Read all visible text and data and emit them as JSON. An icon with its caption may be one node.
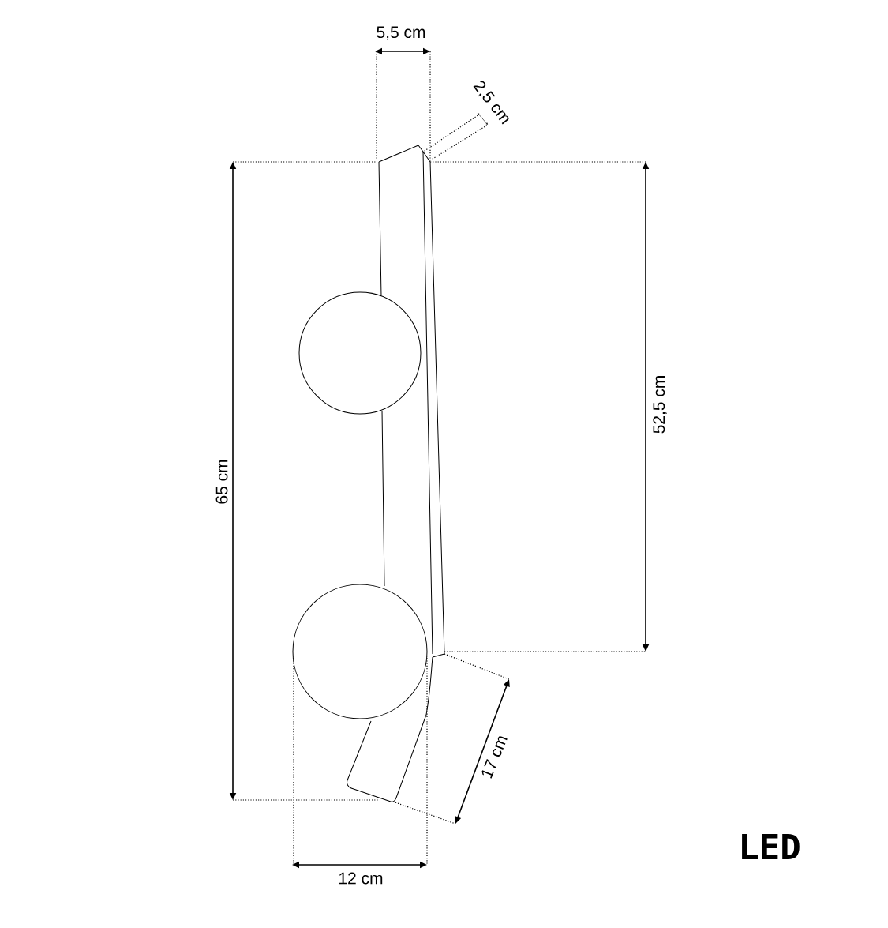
{
  "diagram": {
    "labels": [
      "5,5 cm",
      "2,5 cm",
      "65 cm",
      "52,5 cm",
      "17 cm",
      "12 cm",
      "LED"
    ]
  }
}
